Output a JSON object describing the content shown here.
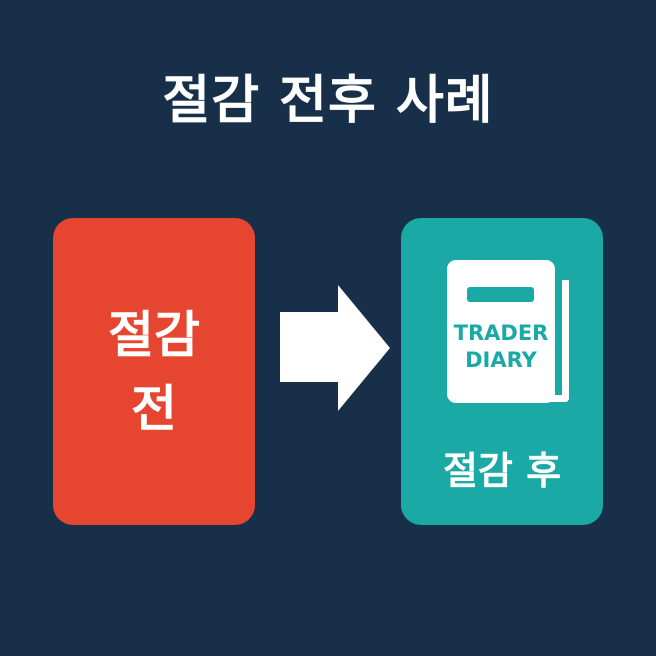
{
  "title": "절감 전후 사례",
  "before": {
    "label_line1": "절감",
    "label_line2": "전",
    "color": "#e6462f"
  },
  "arrow": {
    "icon": "right-arrow-icon"
  },
  "after": {
    "label": "절감 후",
    "color": "#1ba9a5",
    "book": {
      "icon": "diary-book-icon",
      "line1": "TRADER",
      "line2": "DIARY"
    }
  }
}
